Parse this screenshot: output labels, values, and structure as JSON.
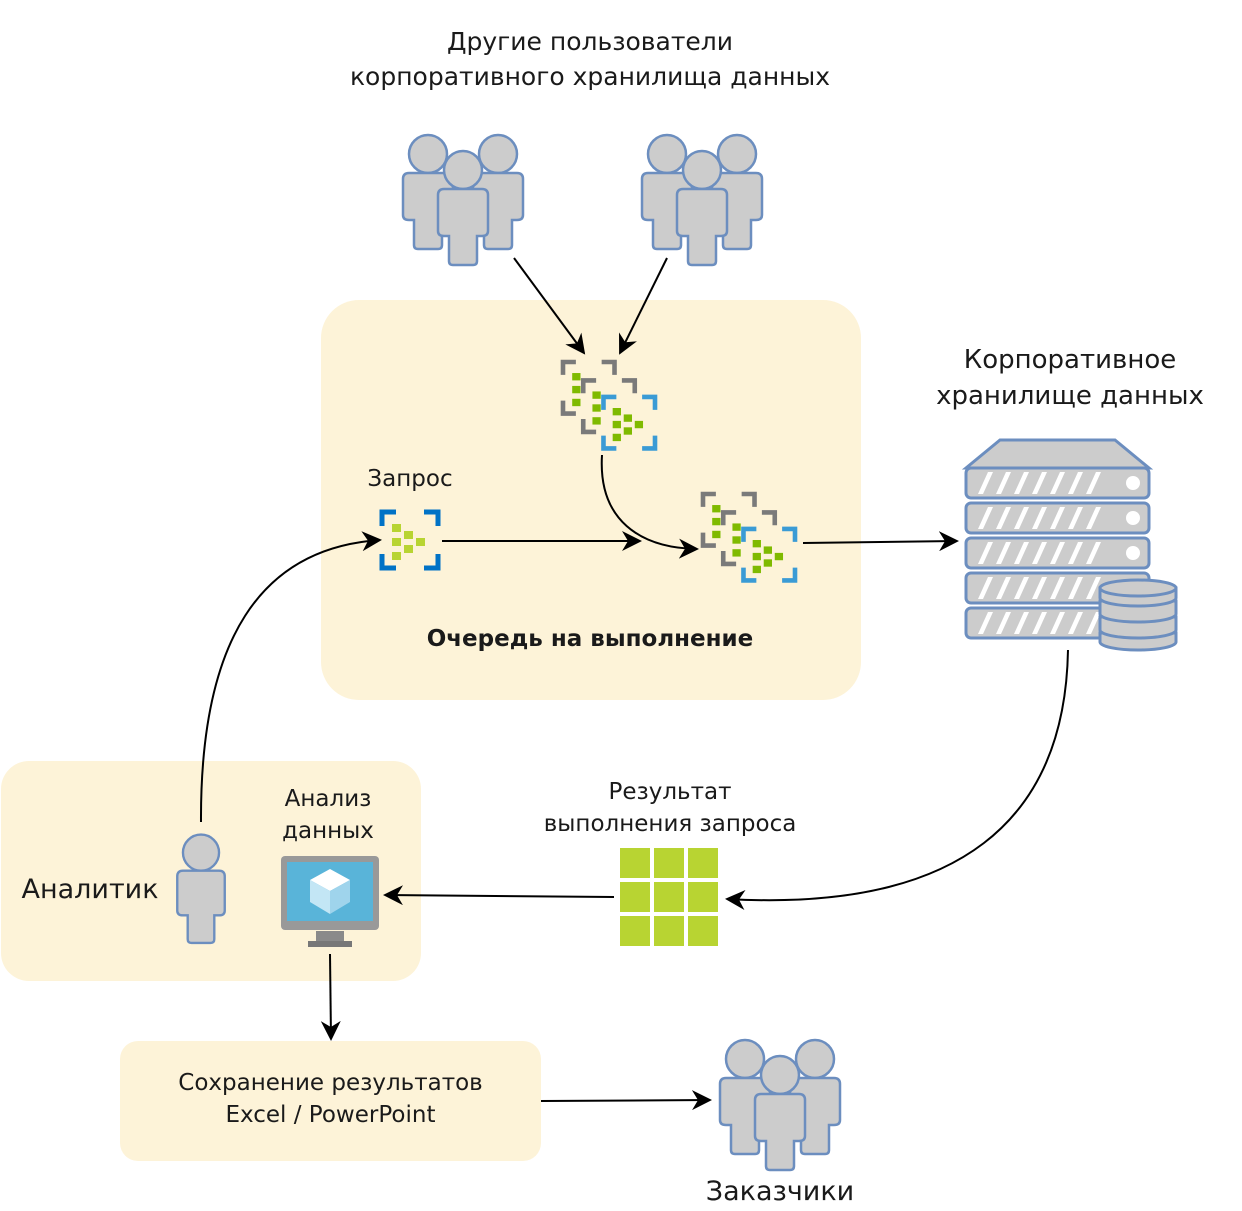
{
  "colors": {
    "panel": "#fdf3d8",
    "person_fill": "#cccccc",
    "person_stroke": "#6c8ebf",
    "queue_green": "#7fba00",
    "queue_gray": "#7a7a7a",
    "queue_blue": "#3a9bd5",
    "query_blue": "#0072c6",
    "query_green": "#b8d432",
    "result_green": "#b8d432",
    "monitor_screen": "#59b4d9",
    "monitor_frame": "#999999"
  },
  "labels": {
    "other_users": "Другие пользователи\nкорпоративного хранилища данных",
    "warehouse": "Корпоративное\nхранилище данных",
    "query": "Запрос",
    "queue": "Очередь на выполнение",
    "result": "Результат\nвыполнения запроса",
    "analysis": "Анализ\nданных",
    "analyst": "Аналитик",
    "save": "Сохранение результатов\nExcel / PowerPoint",
    "customers": "Заказчики"
  },
  "icons": {
    "user_groups": "users-group-icon",
    "queue": "stacked-queries-icon",
    "query": "query-icon",
    "warehouse": "database-server-icon",
    "result": "table-grid-icon",
    "analyst": "user-icon",
    "analysis": "monitor-icon"
  }
}
